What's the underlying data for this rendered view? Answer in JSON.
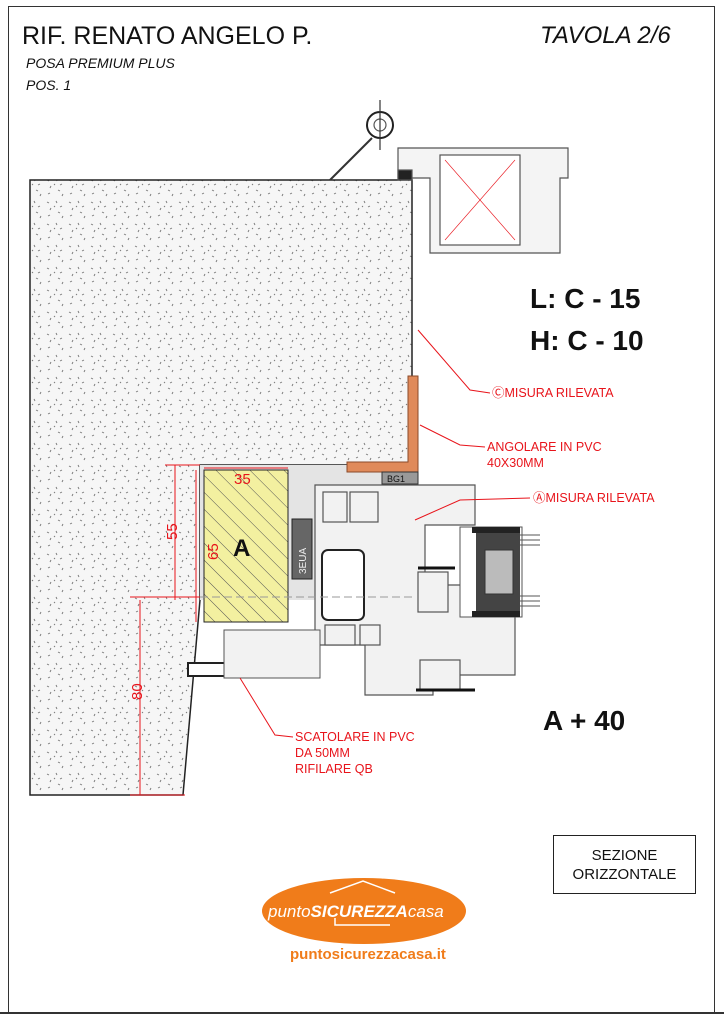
{
  "header": {
    "title": "RIF. RENATO ANGELO P.",
    "sheet": "TAVOLA 2/6",
    "subtitle": "POSA PREMIUM PLUS",
    "position": "POS. 1"
  },
  "formulas": {
    "width": "L: C - 15",
    "height": "H: C - 10",
    "a_offset": "A + 40"
  },
  "annotations": {
    "c_measure": "ⒸMISURA RILEVATA",
    "angle_line1": "ANGOLARE IN PVC",
    "angle_line2": "40X30MM",
    "a_measure": "ⒶMISURA RILEVATA",
    "box_line1": "SCATOLARE IN PVC",
    "box_line2": "DA 50MM",
    "box_line3": "RIFILARE QB"
  },
  "dimensions": {
    "d35": "35",
    "d65": "65",
    "d55": "55",
    "d80": "80",
    "block_label": "A",
    "foam_label": "3EUA",
    "bg_label": "BG1"
  },
  "section_box": {
    "line1": "SEZIONE",
    "line2": "ORIZZONTALE"
  },
  "logo": {
    "text_light1": "punto",
    "text_bold": "SICUREZZA",
    "text_light2": "casa",
    "url": "puntosicurezzacasa.it"
  },
  "colors": {
    "red": "#e8141b",
    "orange": "#f07c1a",
    "angle": "#e08a5a",
    "block": "#f3f0a0",
    "frame_gray": "#dcdcdc"
  }
}
